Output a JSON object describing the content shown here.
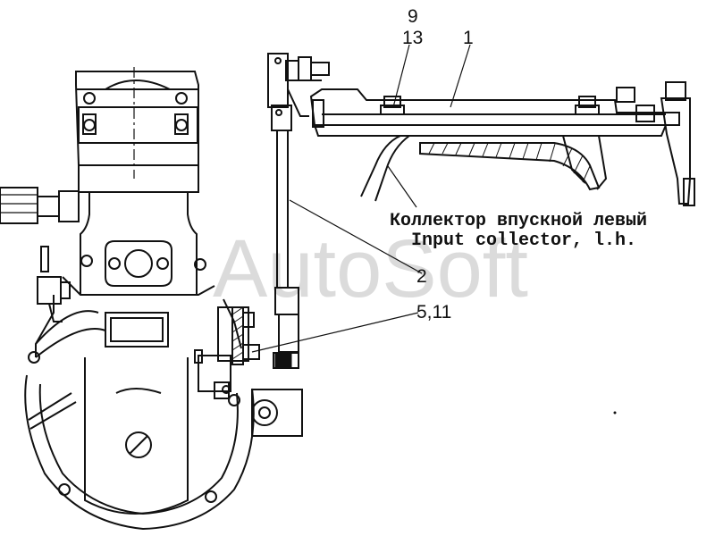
{
  "callouts": {
    "label_9": "9",
    "label_13": "13",
    "label_1": "1",
    "label_2": "2",
    "label_5_11": "5,11"
  },
  "caption": {
    "line_ru": "Коллектор впускной левый",
    "line_en": "Input collector, l.h."
  },
  "watermark": {
    "text": "AutoSoft"
  },
  "colors": {
    "ink": "#111111",
    "paper": "#ffffff",
    "watermark": "#cfcfcf"
  }
}
